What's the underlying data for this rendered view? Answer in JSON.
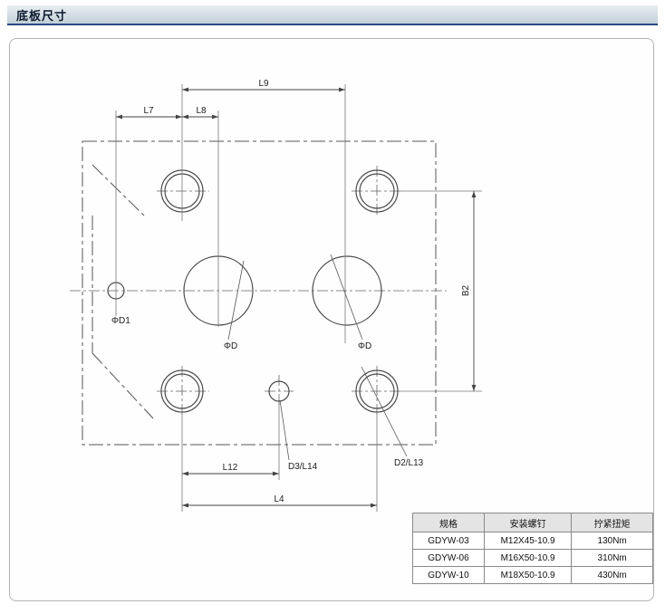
{
  "header": {
    "title": "底板尺寸"
  },
  "drawing": {
    "labels": {
      "l9": "L9",
      "l7": "L7",
      "l8": "L8",
      "b2": "B2",
      "l12": "L12",
      "l4": "L4",
      "d3_l14": "D3/L14",
      "d2_l13": "D2/L13",
      "phi_d": "ΦD",
      "phi_d1": "ΦD1"
    }
  },
  "spec_table": {
    "headers": [
      "规格",
      "安装螺钉",
      "拧紧扭矩"
    ],
    "rows": [
      [
        "GDYW-03",
        "M12X45-10.9",
        "130Nm"
      ],
      [
        "GDYW-06",
        "M16X50-10.9",
        "310Nm"
      ],
      [
        "GDYW-10",
        "M18X50-10.9",
        "430Nm"
      ]
    ]
  }
}
